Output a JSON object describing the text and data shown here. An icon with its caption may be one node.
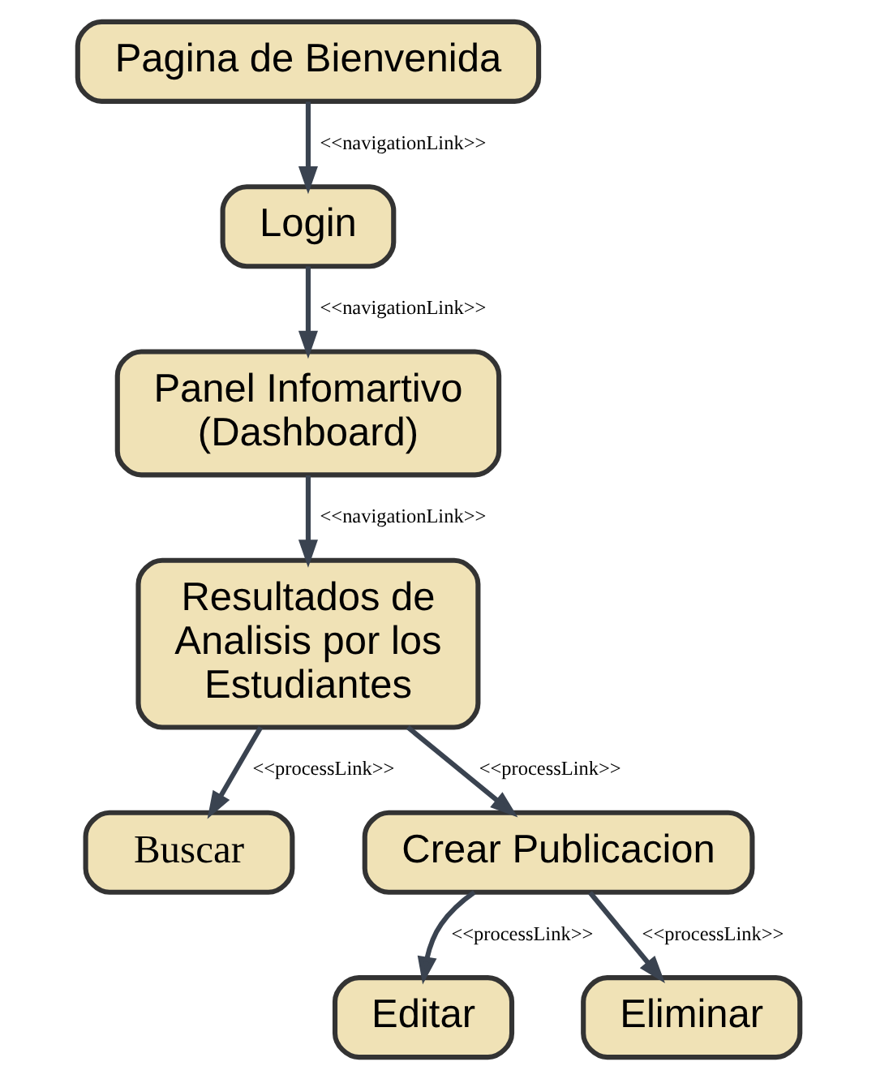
{
  "diagram": {
    "nodes": [
      {
        "text": [
          "Pagina de Bienvenida"
        ]
      },
      {
        "text": [
          "Login"
        ]
      },
      {
        "text": [
          "Panel Infomartivo (Dashboard)"
        ]
      },
      {
        "text": [
          "Resultados de Analisis por los Estudiantes"
        ]
      },
      {
        "text": [
          "Buscar"
        ]
      },
      {
        "text": [
          "Crear Publicacion"
        ]
      },
      {
        "text": [
          "Editar"
        ]
      },
      {
        "text": [
          "Eliminar"
        ]
      }
    ],
    "edges": [
      {
        "from": 0,
        "to": 1,
        "arrow": "to",
        "label": "<<navigationLink>>"
      },
      {
        "from": 1,
        "to": 2,
        "arrow": "to",
        "label": "<<navigationLink>>"
      },
      {
        "from": 2,
        "to": 3,
        "arrow": "to",
        "label": "<<navigationLink>>"
      },
      {
        "from": 3,
        "to": 4,
        "arrow": "to",
        "label": "<<processLink>>"
      },
      {
        "from": 3,
        "to": 5,
        "arrow": "to",
        "label": "<<processLink>>"
      },
      {
        "from": 5,
        "to": 6,
        "arrow": "to",
        "label": "<<processLink>>"
      },
      {
        "from": 5,
        "to": 7,
        "arrow": "to",
        "label": "<<processLink>>"
      }
    ]
  }
}
